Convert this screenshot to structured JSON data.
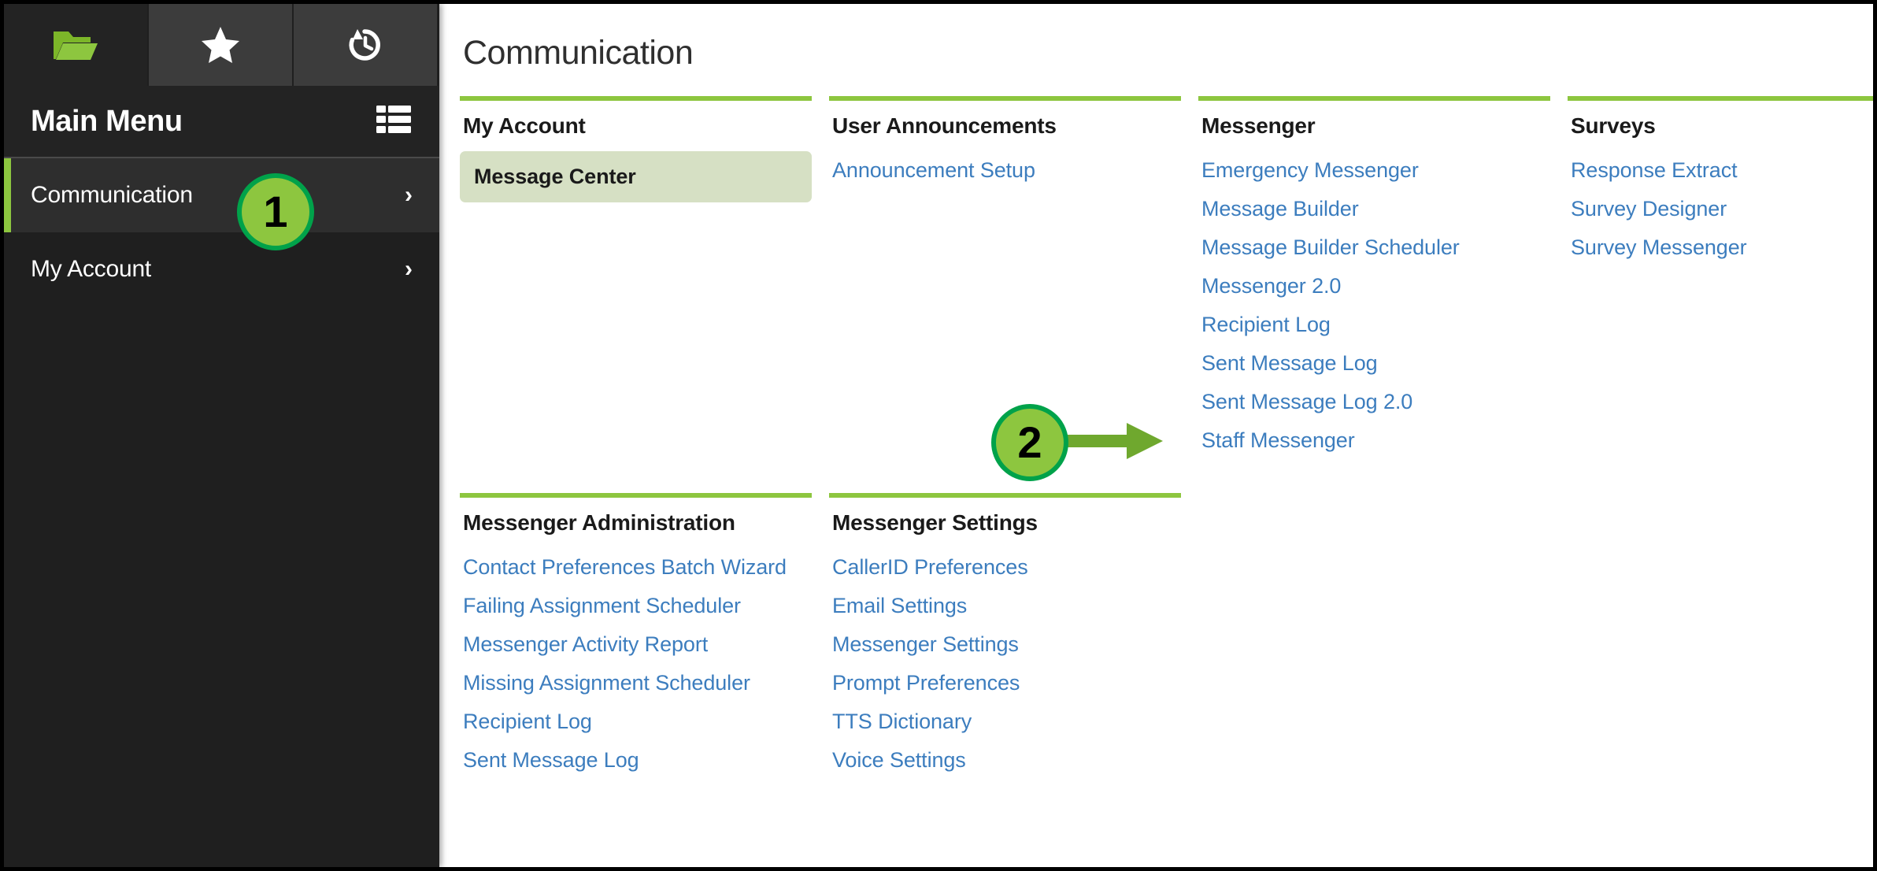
{
  "sidebar": {
    "tabs": [
      {
        "name": "folder-tab",
        "icon": "folder-open-icon",
        "active": true
      },
      {
        "name": "favorites-tab",
        "icon": "star-icon",
        "active": false
      },
      {
        "name": "history-tab",
        "icon": "history-clock-icon",
        "active": false
      }
    ],
    "menu_title": "Main Menu",
    "list_toggle_icon": "list-view-icon",
    "items": [
      {
        "label": "Communication",
        "active": true,
        "chevron": "›"
      },
      {
        "label": "My Account",
        "active": false,
        "chevron": "›"
      }
    ]
  },
  "content": {
    "page_title": "Communication",
    "row1": [
      {
        "heading": "My Account",
        "links": [
          {
            "label": "Message Center",
            "highlighted": true
          }
        ]
      },
      {
        "heading": "User Announcements",
        "links": [
          {
            "label": "Announcement Setup",
            "highlighted": false
          }
        ]
      },
      {
        "heading": "Messenger",
        "links": [
          {
            "label": "Emergency Messenger",
            "highlighted": false
          },
          {
            "label": "Message Builder",
            "highlighted": false
          },
          {
            "label": "Message Builder Scheduler",
            "highlighted": false
          },
          {
            "label": "Messenger 2.0",
            "highlighted": false
          },
          {
            "label": "Recipient Log",
            "highlighted": false
          },
          {
            "label": "Sent Message Log",
            "highlighted": false
          },
          {
            "label": "Sent Message Log 2.0",
            "highlighted": false
          },
          {
            "label": "Staff Messenger",
            "highlighted": false
          }
        ]
      },
      {
        "heading": "Surveys",
        "links": [
          {
            "label": "Response Extract",
            "highlighted": false
          },
          {
            "label": "Survey Designer",
            "highlighted": false
          },
          {
            "label": "Survey Messenger",
            "highlighted": false
          }
        ]
      }
    ],
    "row2": [
      {
        "heading": "Messenger Administration",
        "links": [
          {
            "label": "Contact Preferences Batch Wizard",
            "highlighted": false
          },
          {
            "label": "Failing Assignment Scheduler",
            "highlighted": false
          },
          {
            "label": "Messenger Activity Report",
            "highlighted": false
          },
          {
            "label": "Missing Assignment Scheduler",
            "highlighted": false
          },
          {
            "label": "Recipient Log",
            "highlighted": false
          },
          {
            "label": "Sent Message Log",
            "highlighted": false
          }
        ]
      },
      {
        "heading": "Messenger Settings",
        "links": [
          {
            "label": "CallerID Preferences",
            "highlighted": false
          },
          {
            "label": "Email Settings",
            "highlighted": false
          },
          {
            "label": "Messenger Settings",
            "highlighted": false
          },
          {
            "label": "Prompt Preferences",
            "highlighted": false
          },
          {
            "label": "TTS Dictionary",
            "highlighted": false
          },
          {
            "label": "Voice Settings",
            "highlighted": false
          }
        ]
      }
    ]
  },
  "annotations": [
    {
      "id": "1",
      "label": "1",
      "target": "sidebar-item-communication"
    },
    {
      "id": "2",
      "label": "2",
      "target": "link-sent-message-log-2-0",
      "has_arrow": true
    }
  ],
  "colors": {
    "accent_green": "#8dc63f",
    "ring_green": "#00a24a",
    "link_blue": "#3c7dbe",
    "highlight_bg": "#d6e0c4",
    "sidebar_bg": "#1f1f1f",
    "sidebar_active_bg": "#2e2e2e"
  }
}
